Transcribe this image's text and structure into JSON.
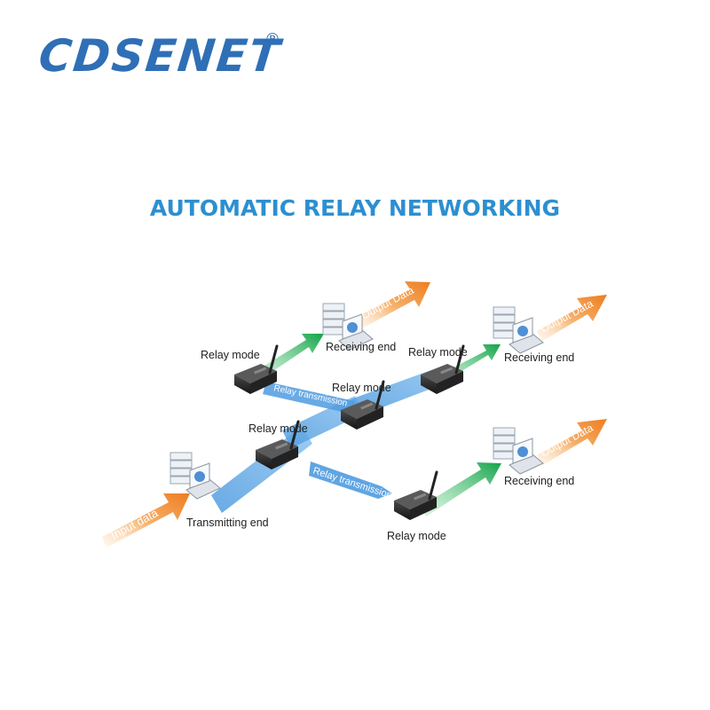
{
  "brand": {
    "name": "CDSENET",
    "registered": "®"
  },
  "title": "AUTOMATIC RELAY NETWORKING",
  "labels": {
    "relay_mode": "Relay mode",
    "receiving_end": "Receiving end",
    "transmitting_end": "Transmitting end",
    "input_data": "Input data",
    "output_data": "Output Data",
    "relay_transmission": "Relay transmission"
  },
  "colors": {
    "brand_blue": "#2f6fb6",
    "title_blue": "#2d8fd0",
    "link_blue": "#6aaee6",
    "arrow_green": "#1aa64a",
    "arrow_orange": "#f08a2a"
  }
}
